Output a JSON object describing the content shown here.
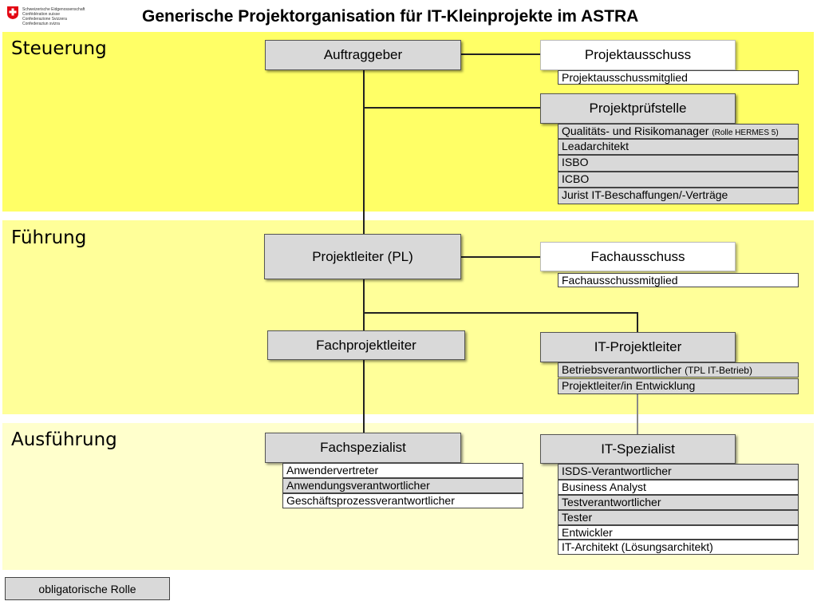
{
  "title": "Generische Projektorganisation für IT-Kleinprojekte im ASTRA",
  "logo": {
    "lines": [
      "Schweizerische Eidgenossenschaft",
      "Confédération suisse",
      "Confederazione Svizzera",
      "Confederaziun svizra"
    ]
  },
  "bands": {
    "steuerung": "Steuerung",
    "fuehrung": "Führung",
    "ausfuehrung": "Ausführung"
  },
  "colors": {
    "steuerung_bg": "#ffff66",
    "fuehrung_bg": "#ffff99",
    "ausfuehrung_bg": "#ffffcc",
    "obligatory_role": "#d9d9d9",
    "optional_role": "#ffffff"
  },
  "roles": {
    "auftraggeber": "Auftraggeber",
    "projektausschuss": "Projektausschuss",
    "projektausschuss_rows": [
      "Projektausschussmitglied"
    ],
    "projektpruefstelle": "Projektprüfstelle",
    "projektpruefstelle_rows": {
      "qualitaet_main": "Qualitäts- und Risikomanager",
      "qualitaet_note": "(Rolle HERMES 5)",
      "leadarchitekt": "Leadarchitekt",
      "isbo": "ISBO",
      "icbo": "ICBO",
      "jurist": "Jurist IT-Beschaffungen/-Verträge"
    },
    "projektleiter": "Projektleiter (PL)",
    "fachausschuss": "Fachausschuss",
    "fachausschuss_rows": [
      "Fachausschussmitglied"
    ],
    "fachprojektleiter": "Fachprojektleiter",
    "it_projektleiter": "IT-Projektleiter",
    "it_projektleiter_rows": {
      "betrieb_main": "Betriebsverantwortlicher",
      "betrieb_note": "(TPL IT-Betrieb)",
      "entwicklung": "Projektleiter/in Entwicklung"
    },
    "fachspezialist": "Fachspezialist",
    "fachspezialist_rows": [
      "Anwendervertreter",
      "Anwendungsverantwortlicher",
      "Geschäftsprozessverantwortlicher"
    ],
    "it_spezialist": "IT-Spezialist",
    "it_spezialist_rows": [
      "ISDS-Verantwortlicher",
      "Business Analyst",
      "Testverantwortlicher",
      "Tester",
      "Entwickler",
      "IT-Architekt (Lösungsarchitekt)"
    ]
  },
  "legend": {
    "obligatory": "obligatorische Rolle"
  }
}
